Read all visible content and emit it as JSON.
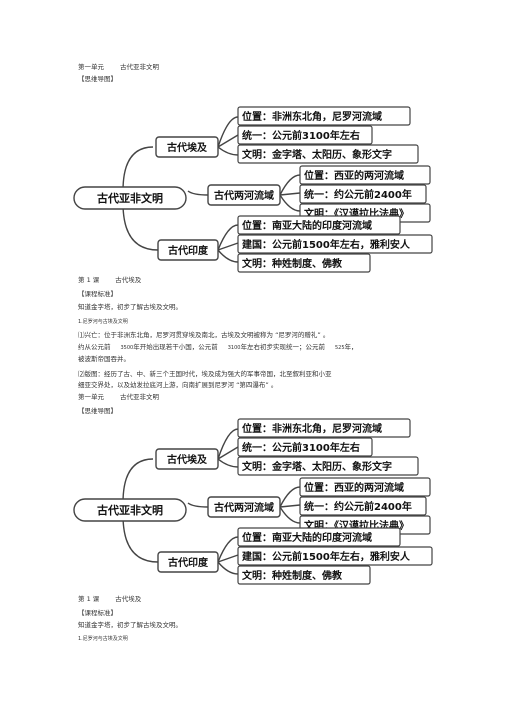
{
  "unit_heading": {
    "unit": "第一单元",
    "title": "古代亚非文明"
  },
  "mind_map_label": "【思维导图】",
  "mind_map": {
    "root": "古代亚非文明",
    "branches": [
      {
        "name": "古代埃及",
        "items": [
          "位置：非洲东北角，尼罗河流域",
          "统一：公元前3100年左右",
          "文明：金字塔、太阳历、象形文字"
        ]
      },
      {
        "name": "古代两河流域",
        "items": [
          "位置：西亚的两河流域",
          "统一：约公元前2400年",
          "文明：《汉谟拉比法典》"
        ]
      },
      {
        "name": "古代印度",
        "items": [
          "位置：南亚大陆的印度河流域",
          "建国：公元前1500年左右，雅利安人",
          "文明：种姓制度、佛教"
        ]
      }
    ]
  },
  "lesson": {
    "number": "第 1 课",
    "title": "古代埃及"
  },
  "standard_label": "【课程标准】",
  "standard_text": "知道金字塔，初步了解古埃及文明。",
  "section1_title": "1.尼罗河与古埃及文明",
  "para1": {
    "l1": "⑴兴亡：位于非洲东北角，尼罗河贯穿埃及南北，古埃及文明被称为 “尼罗河的赠礼” 。",
    "l2a": "约从公元前",
    "l2b": "3500",
    "l2c": "年开始出现若干小国，公元前",
    "l2d": "3100",
    "l2e": "年左右初步实现统一；公元前",
    "l2f": "525",
    "l2g": "年，",
    "l3": "被波斯帝国吞并。"
  },
  "para2": {
    "l1": "⑵版图：经历了古、中、新三个王国时代，埃及成为强大的军事帝国，北至叙利亚和小亚",
    "l2": "细亚交界处，以及幼发拉底河上游，向南扩展到尼罗河 “第四瀑布” 。"
  }
}
